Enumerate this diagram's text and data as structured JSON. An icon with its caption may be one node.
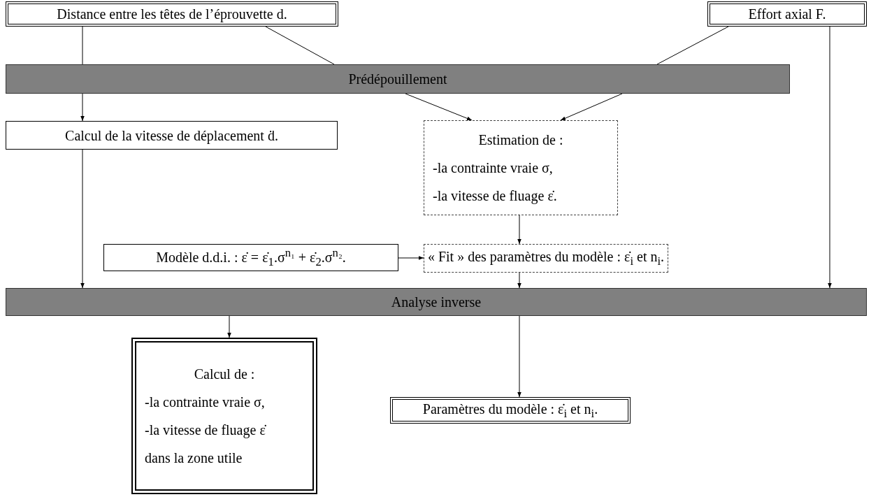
{
  "diagram": {
    "nodes": [
      {
        "text": [
          "Distance entre les têtes de l’éprouvette d."
        ]
      },
      {
        "text": [
          "Effort axial F."
        ]
      },
      {
        "text": [
          "Prédépouillement"
        ]
      },
      {
        "text": [
          "Calcul de la vitesse de déplacement ḋ."
        ]
      },
      {
        "text": [
          "Estimation de :",
          "-la contrainte vraie σ,",
          "-la vitesse de fluage ε̇."
        ]
      },
      {
        "text": [
          "Modèle d.d.i. :   ε̇ = ε̇$_{1}$.σ$^{n₁}$ + ε̇$_{2}$.σ$^{n₂}$."
        ]
      },
      {
        "text": [
          "« Fit » des paramètres du modèle : ε̇$_{i}$ et n$_{i}$."
        ]
      },
      {
        "text": [
          "Analyse inverse"
        ]
      },
      {
        "text": [
          "Calcul de :",
          "-la contrainte vraie σ,",
          "-la vitesse de fluage ε̇",
          "dans la zone utile"
        ]
      },
      {
        "text": [
          "Paramètres du modèle : ε̇$_{i}$ et n$_{i}$."
        ]
      }
    ],
    "edges": [
      {
        "from": 0,
        "to": 2,
        "arrow": "none"
      },
      {
        "from": 2,
        "to": 3,
        "arrow": "to"
      },
      {
        "from": 0,
        "to": 2,
        "arrow": "none"
      },
      {
        "from": 2,
        "to": 4,
        "arrow": "to"
      },
      {
        "from": 1,
        "to": 2,
        "arrow": "none"
      },
      {
        "from": 2,
        "to": 4,
        "arrow": "to"
      },
      {
        "from": 1,
        "to": 7,
        "arrow": "to"
      },
      {
        "from": 3,
        "to": 7,
        "arrow": "to"
      },
      {
        "from": 4,
        "to": 6,
        "arrow": "to"
      },
      {
        "from": 5,
        "to": 6,
        "arrow": "to"
      },
      {
        "from": 6,
        "to": 7,
        "arrow": "to"
      },
      {
        "from": 7,
        "to": 8,
        "arrow": "to"
      },
      {
        "from": 7,
        "to": 9,
        "arrow": "to"
      }
    ]
  }
}
